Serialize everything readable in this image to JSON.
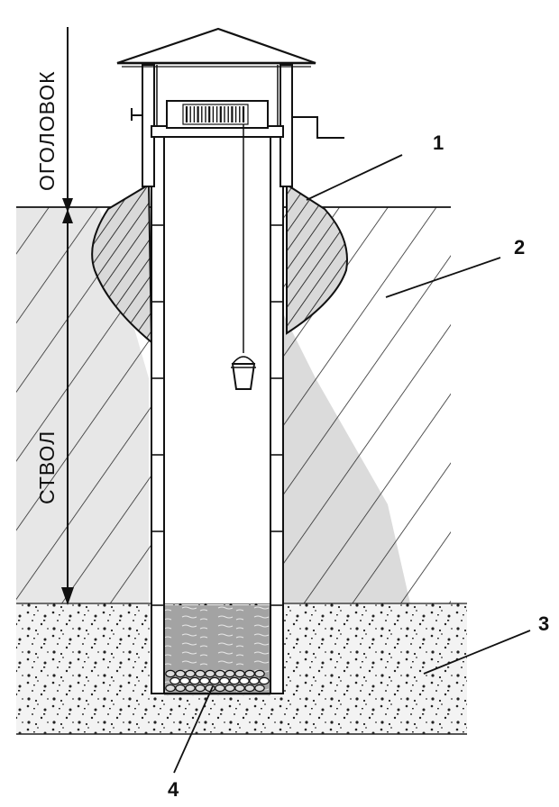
{
  "section_labels": {
    "headpiece": "ОГОЛОВОК",
    "shaft": "СТВОЛ"
  },
  "callouts": [
    "1",
    "2",
    "3",
    "4"
  ],
  "colors": {
    "ink": "#141414",
    "soil_shading": "#cfcfcf",
    "water": "#9a9a9a",
    "paper": "#ffffff"
  }
}
